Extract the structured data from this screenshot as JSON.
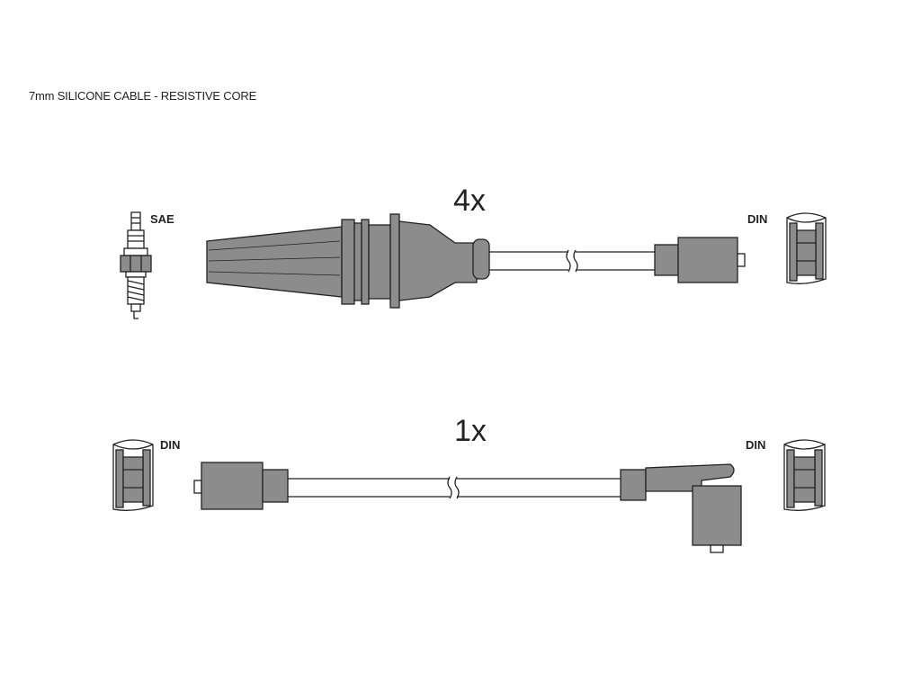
{
  "heading": "7mm SILICONE CABLE - RESISTIVE CORE",
  "sets": [
    {
      "quantity": "4x",
      "left_connector": "SAE",
      "right_connector": "DIN"
    },
    {
      "quantity": "1x",
      "left_connector": "DIN",
      "right_connector": "DIN"
    }
  ],
  "colors": {
    "insulation": "#8c8c8c",
    "outline": "#222222",
    "cable": "#ffffff"
  }
}
